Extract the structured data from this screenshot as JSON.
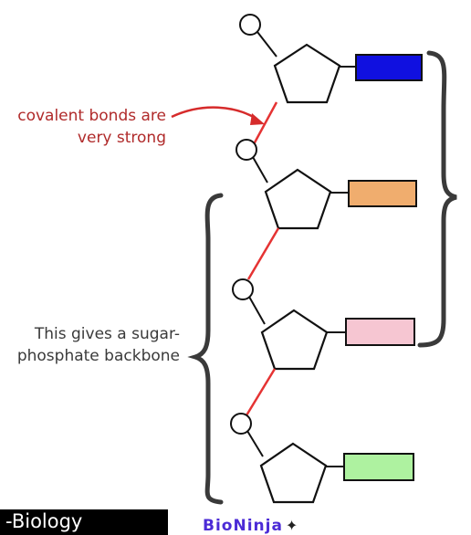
{
  "annotations": {
    "covalent_line1": "covalent bonds are",
    "covalent_line2": "very strong",
    "backbone_line1": "This gives a sugar-",
    "backbone_line2": "phosphate backbone"
  },
  "colors": {
    "bond": "#e53333",
    "annotation": "#b02a2a",
    "base_1": "#1010e0",
    "base_2": "#f0ad6e",
    "base_3": "#f6c6d2",
    "base_4": "#aef2a0"
  },
  "footer": {
    "label": "-Biology",
    "logo_text": "BioNinja",
    "logo_icon": "ninja-star-icon"
  }
}
